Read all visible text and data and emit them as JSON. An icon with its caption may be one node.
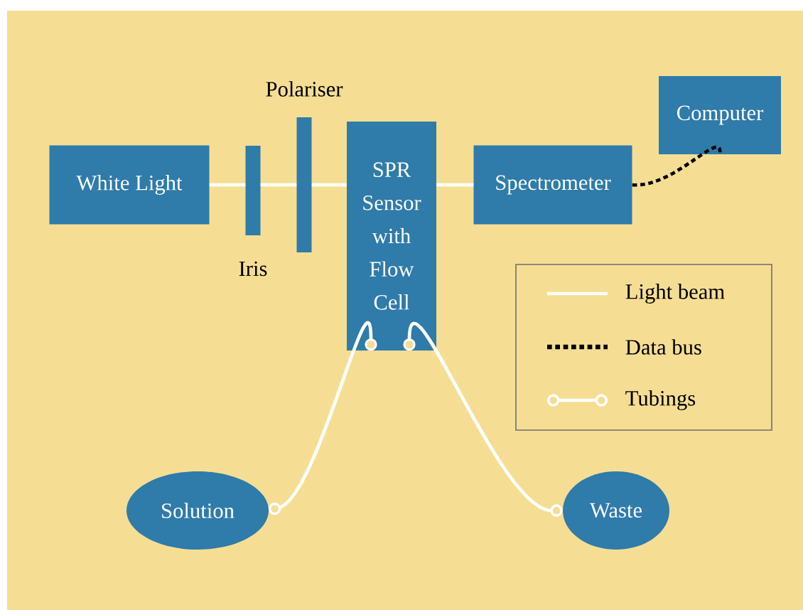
{
  "diagram": {
    "nodes": [
      {
        "text": [
          "White Light"
        ]
      },
      {
        "text": [
          "Iris"
        ]
      },
      {
        "text": [
          "Polariser"
        ]
      },
      {
        "text": [
          "SPR Sensor with Flow Cell"
        ]
      },
      {
        "text": [
          "Spectrometer"
        ]
      },
      {
        "text": [
          "Computer"
        ]
      },
      {
        "text": [
          "Solution"
        ]
      },
      {
        "text": [
          "Waste"
        ]
      }
    ],
    "edges": [
      {
        "from": 0,
        "to": 1,
        "arrow": "none"
      },
      {
        "from": 1,
        "to": 2,
        "arrow": "none"
      },
      {
        "from": 2,
        "to": 3,
        "arrow": "none"
      },
      {
        "from": 3,
        "to": 4,
        "arrow": "none"
      },
      {
        "from": 4,
        "to": 5,
        "arrow": "none",
        "style": "dashed",
        "color": "#000000"
      },
      {
        "from": 3,
        "to": 6,
        "arrow": "other"
      },
      {
        "from": 3,
        "to": 7,
        "arrow": "other"
      }
    ],
    "legend": [
      {
        "text": "Light beam"
      },
      {
        "text": "Data bus"
      },
      {
        "text": "Tubings"
      }
    ]
  }
}
